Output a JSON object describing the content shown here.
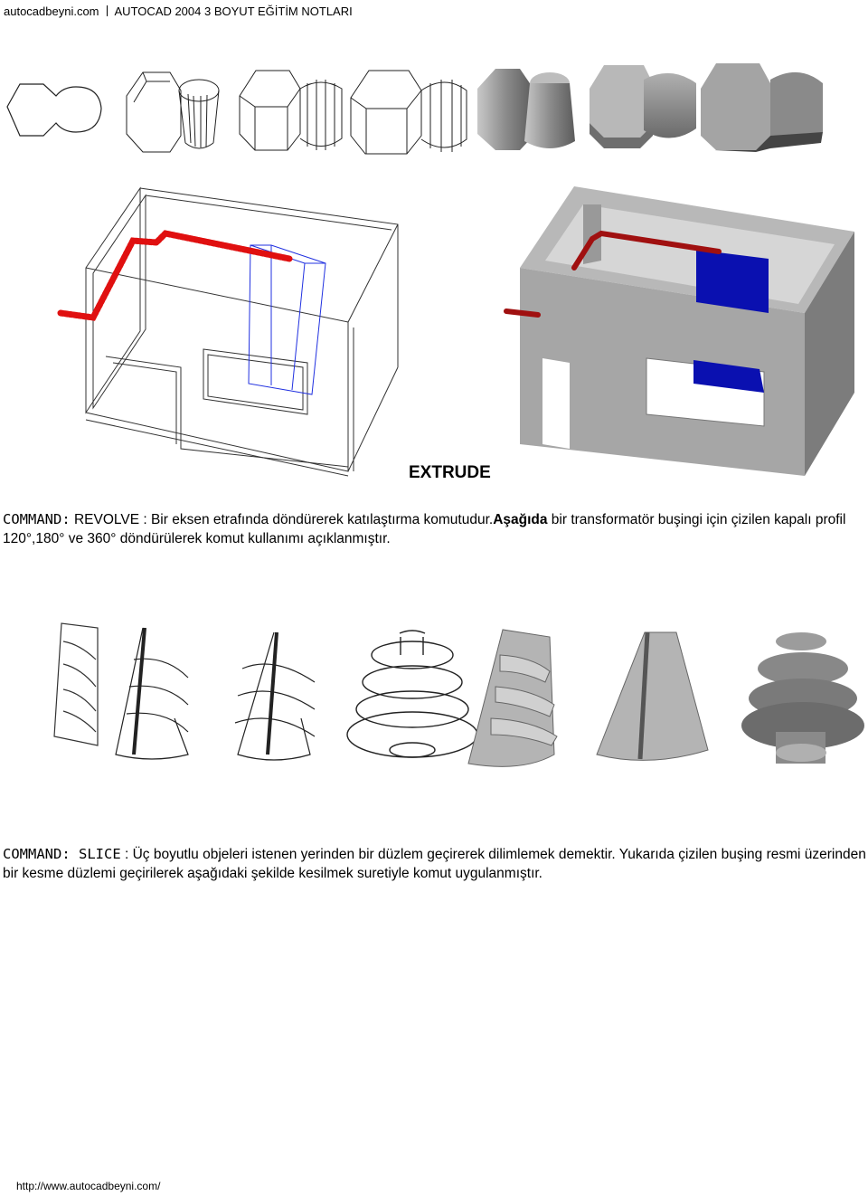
{
  "header": {
    "site": "autocadbeyni.com",
    "title": "AUTOCAD 2004 3 BOYUT EĞİTİM NOTLARI"
  },
  "extrude_label": "EXTRUDE",
  "revolve": {
    "cmd": "COMMAND:",
    "name": " REVOLVE",
    "text1": " : Bir eksen etrafında döndürerek katılaştırma komutudur.",
    "text2": "Aşağıda",
    "text3": " bir transformatör buşingi için çizilen kapalı profil 120°,180° ve 360° döndürülerek komut kullanımı açıklanmıştır."
  },
  "slice": {
    "cmd": "COMMAND:",
    "name": " SLICE",
    "text1": " : Üç boyutlu objeleri istenen yerinden bir düzlem geçirerek dilimlemek demektir. Yukarıda çizilen buşing resmi üzerinden bir kesme düzlemi geçirilerek aşağıdaki şekilde kesilmek suretiyle komut uygulanmıştır."
  },
  "footer": {
    "url": "http://www.autocadbeyni.com/"
  },
  "colors": {
    "pipe": "#e01010",
    "box": "#0a10b0",
    "solid": "#9a9a9a",
    "wire_blue": "#2030e0"
  }
}
